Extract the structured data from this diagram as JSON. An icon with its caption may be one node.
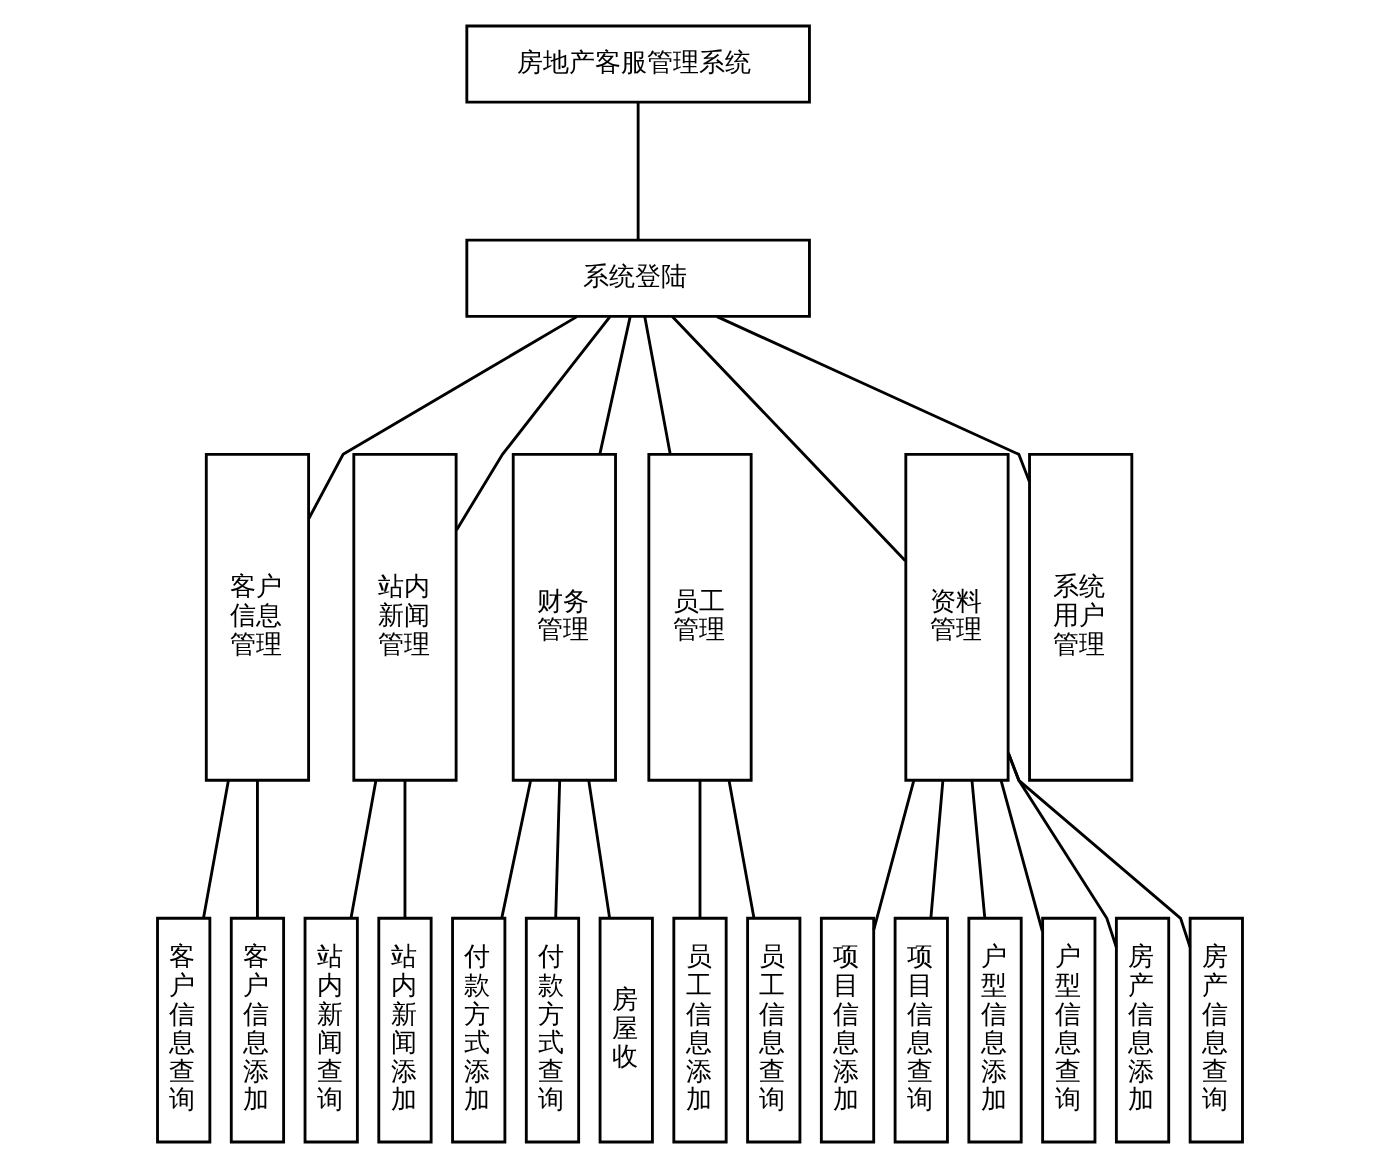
{
  "diagram": {
    "nodes": [
      {
        "text": [
          "房地产客服管理系统"
        ]
      },
      {
        "text": [
          "系统登陆"
        ]
      },
      {
        "text": [
          "客户信息管理"
        ]
      },
      {
        "text": [
          "站内新闻管理"
        ]
      },
      {
        "text": [
          "财务管理"
        ]
      },
      {
        "text": [
          "员工管理"
        ]
      },
      {
        "text": [
          "资料管理"
        ]
      },
      {
        "text": [
          "系统用户管理"
        ]
      },
      {
        "text": [
          "客户信息查询"
        ]
      },
      {
        "text": [
          "客户信息添加"
        ]
      },
      {
        "text": [
          "站内新闻查询"
        ]
      },
      {
        "text": [
          "站内新闻添加"
        ]
      },
      {
        "text": [
          "付款方式添加"
        ]
      },
      {
        "text": [
          "付款方式查询"
        ]
      },
      {
        "text": [
          "房屋收"
        ]
      },
      {
        "text": [
          "员工信息添加"
        ]
      },
      {
        "text": [
          "员工信息查询"
        ]
      },
      {
        "text": [
          "项目信息添加"
        ]
      },
      {
        "text": [
          "项目信息查询"
        ]
      },
      {
        "text": [
          "户型信息添加"
        ]
      },
      {
        "text": [
          "户型信息查询"
        ]
      },
      {
        "text": [
          "房产信息添加"
        ]
      },
      {
        "text": [
          "房产信息查询"
        ]
      }
    ],
    "edges": [
      {
        "from": 0,
        "to": 1,
        "arrow": "none"
      },
      {
        "from": 1,
        "to": 2,
        "arrow": "none"
      },
      {
        "from": 1,
        "to": 3,
        "arrow": "none"
      },
      {
        "from": 1,
        "to": 4,
        "arrow": "none"
      },
      {
        "from": 1,
        "to": 5,
        "arrow": "none"
      },
      {
        "from": 1,
        "to": 6,
        "arrow": "none"
      },
      {
        "from": 1,
        "to": 7,
        "arrow": "none"
      },
      {
        "from": 2,
        "to": 8,
        "arrow": "none"
      },
      {
        "from": 2,
        "to": 9,
        "arrow": "none"
      },
      {
        "from": 3,
        "to": 10,
        "arrow": "none"
      },
      {
        "from": 3,
        "to": 11,
        "arrow": "none"
      },
      {
        "from": 4,
        "to": 12,
        "arrow": "none"
      },
      {
        "from": 4,
        "to": 13,
        "arrow": "none"
      },
      {
        "from": 4,
        "to": 14,
        "arrow": "none"
      },
      {
        "from": 5,
        "to": 15,
        "arrow": "none"
      },
      {
        "from": 5,
        "to": 16,
        "arrow": "none"
      },
      {
        "from": 6,
        "to": 17,
        "arrow": "none"
      },
      {
        "from": 6,
        "to": 18,
        "arrow": "none"
      },
      {
        "from": 6,
        "to": 19,
        "arrow": "none"
      },
      {
        "from": 6,
        "to": 20,
        "arrow": "none"
      },
      {
        "from": 6,
        "to": 21,
        "arrow": "none"
      },
      {
        "from": 6,
        "to": 22,
        "arrow": "none"
      }
    ]
  }
}
